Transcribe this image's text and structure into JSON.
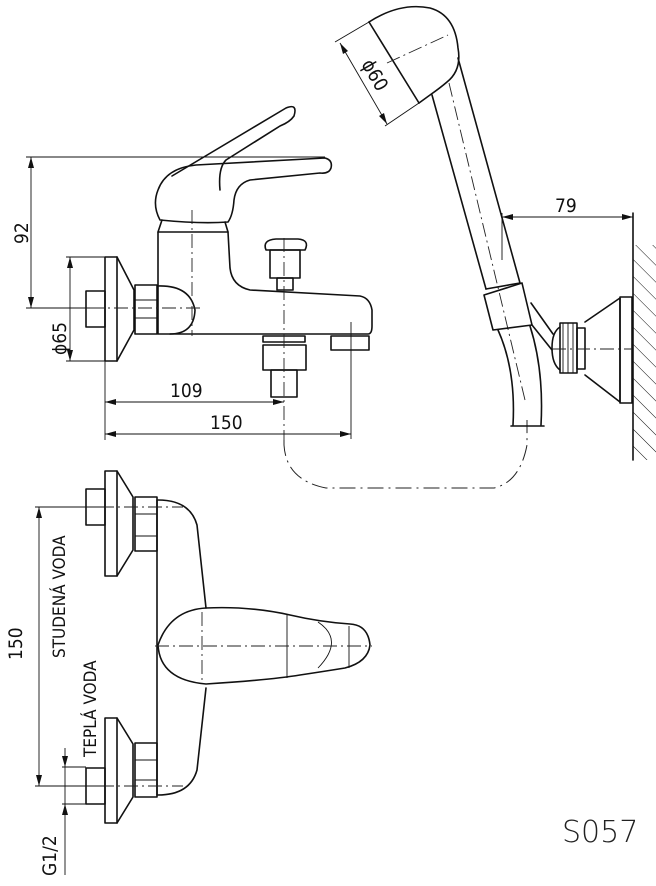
{
  "drawing": {
    "product_code": "S057",
    "side_view": {
      "dim_height": "92",
      "dim_flange_diameter": "ϕ65",
      "dim_outlet_offset": "109",
      "dim_spout_length": "150"
    },
    "shower_view": {
      "dim_head_diameter": "ϕ60",
      "dim_holder_projection": "79"
    },
    "top_view": {
      "dim_inlet_spacing": "150",
      "label_cold_water": "STUDENÁ VODA",
      "label_hot_water": "TEPLÁ VODA",
      "dim_thread": "G1/2"
    }
  }
}
